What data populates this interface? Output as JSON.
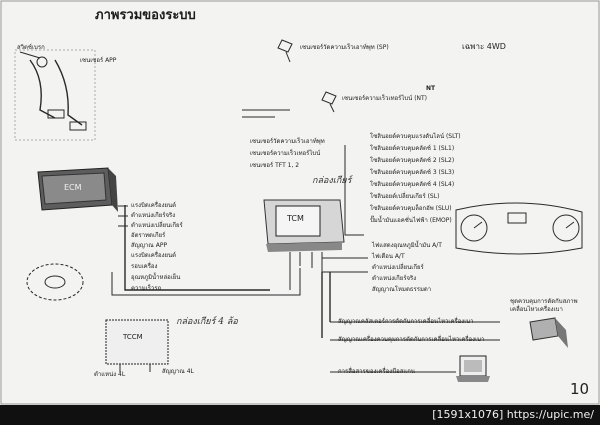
{
  "page_title": "ภาพรวมของระบบ",
  "model_label": "เฉพาะ 4WD",
  "page_number": "10",
  "footer": "[1591x1076] https://upic.me/",
  "top_labels": {
    "brake_switch": "สวิตช์เบรก",
    "app_sensor": "เซนเซอร์ APP",
    "sp_sensor": "เซนเซอร์วัดความเร็วเอาท์พุท (SP)",
    "nt_sensor": "เซนเซอร์ความเร็วเทอร์ไบน์ (NT)",
    "nt_mark": "NT"
  },
  "ecm": {
    "label": "ECM"
  },
  "ecm_signals": [
    "แรงบิดเครื่องยนต์",
    "ตำแหน่งเกียร์จริง",
    "ตำแหน่งเปลี่ยนเกียร์",
    "อัตราทดเกียร์",
    "สัญญาณ APP",
    "แรงบิดเครื่องยนต์",
    "รอบเครื่อง",
    "อุณหภูมิน้ำหล่อเย็น",
    "ความเร็วรถ"
  ],
  "tcm": {
    "label": "TCM",
    "note": "กล่องเกียร์"
  },
  "tcm_inputs": [
    "เซนเซอร์วัดความเร็วเอาท์พุท",
    "เซนเซอร์ความเร็วเทอร์ไบน์",
    "เซนเซอร์ TFT 1, 2"
  ],
  "solenoids": [
    "โซลินอยด์ควบคุมแรงดันไลน์ (SLT)",
    "โซลินอยด์ควบคุมคลัตช์ 1 (SL1)",
    "โซลินอยด์ควบคุมคลัตช์ 2 (SL2)",
    "โซลินอยด์ควบคุมคลัตช์ 3 (SL3)",
    "โซลินอยด์ควบคุมคลัตช์ 4 (SL4)",
    "โซลินอยด์เปลี่ยนเกียร์ (SL)",
    "โซลินอยด์ควบคุมล็อกอัพ (SLU)",
    "ปั๊มน้ำมันแอคชั่นไฟฟ้า (EMOP)"
  ],
  "meter_signals": [
    "ไฟแสดงอุณหภูมิน้ำมัน A/T",
    "ไฟเตือน A/T",
    "ตำแหน่งเปลี่ยนเกียร์",
    "ตำแหน่งเกียร์จริง",
    "สัญญาณโหมดธรรมดา"
  ],
  "tccm": {
    "label": "TCCM",
    "note": "กล่องเกียร์ 4 ล้อ"
  },
  "tccm_signals": {
    "left": "ตำแหน่ง 4L",
    "right": "สัญญาณ 4L"
  },
  "bottom_signals": [
    "สัญญาณคลัสเตอร์การตัดกับการเคลื่อนไหวเครื่องเบา",
    "สัญญาณเครื่องควบคุมการตัดกับการเคลื่อนไหวเครื่องเบา",
    "การสื่อสารของเครื่องมือสแกน"
  ],
  "climate_label": "ชุดควบคุมการตัดกับสภาพเคลื่อนไหวเครื่องเบา"
}
